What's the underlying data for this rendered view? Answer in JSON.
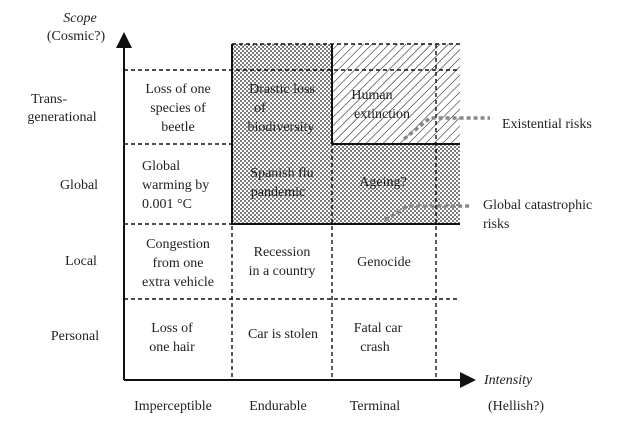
{
  "y_axis": {
    "title": "Scope",
    "title_sub": "(Cosmic?)",
    "levels": [
      "Trans-",
      "generational",
      "Global",
      "Local",
      "Personal"
    ]
  },
  "x_axis": {
    "title": "Intensity",
    "levels": [
      "Imperceptible",
      "Endurable",
      "Terminal",
      "(Hellish?)"
    ]
  },
  "cells": {
    "trans_imperceptible": [
      "Loss of one",
      "species of",
      "beetle"
    ],
    "trans_endurable": [
      "Drastic loss",
      "of",
      "biodiversity"
    ],
    "trans_terminal": [
      "Human",
      "extinction"
    ],
    "global_imperceptible": [
      "Global",
      "warming by",
      "0.001 °C"
    ],
    "global_endurable": [
      "Spanish flu",
      "pandemic"
    ],
    "global_terminal": [
      "Ageing?"
    ],
    "local_imperceptible": [
      "Congestion",
      "from one",
      "extra vehicle"
    ],
    "local_endurable": [
      "Recession",
      "in a country"
    ],
    "local_terminal": [
      "Genocide"
    ],
    "personal_imperceptible": [
      "Loss of",
      "one hair"
    ],
    "personal_endurable": [
      "Car is stolen"
    ],
    "personal_terminal": [
      "Fatal car",
      "crash"
    ]
  },
  "annotations": {
    "existential": "Existential risks",
    "catastrophic_1": "Global catastrophic",
    "catastrophic_2": "risks"
  }
}
